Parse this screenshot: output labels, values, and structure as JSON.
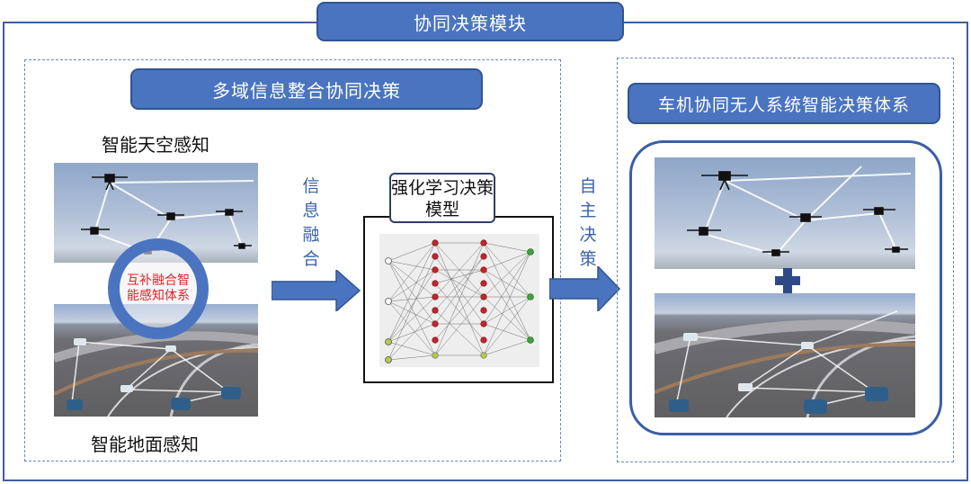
{
  "module_title": "协同决策模块",
  "left_panel": {
    "title": "多域信息整合协同决策",
    "sky_label": "智能天空感知",
    "ground_label": "智能地面感知",
    "fusion_circle_text": "互补融合智能感知体系"
  },
  "arrow1_text": "信息融合",
  "model_box_title": "强化学习决策模型",
  "arrow2_text": "自主决策",
  "right_panel": {
    "title": "车机协同无人系统智能决策体系"
  },
  "colors": {
    "accent_blue": "#4a74c0",
    "frame_blue": "#3f5f9c",
    "text_blue": "#3c63ad",
    "circle_text_red": "#e02424"
  },
  "icons": [
    "drone-icon",
    "car-icon",
    "plus-icon",
    "arrow-right-icon"
  ]
}
